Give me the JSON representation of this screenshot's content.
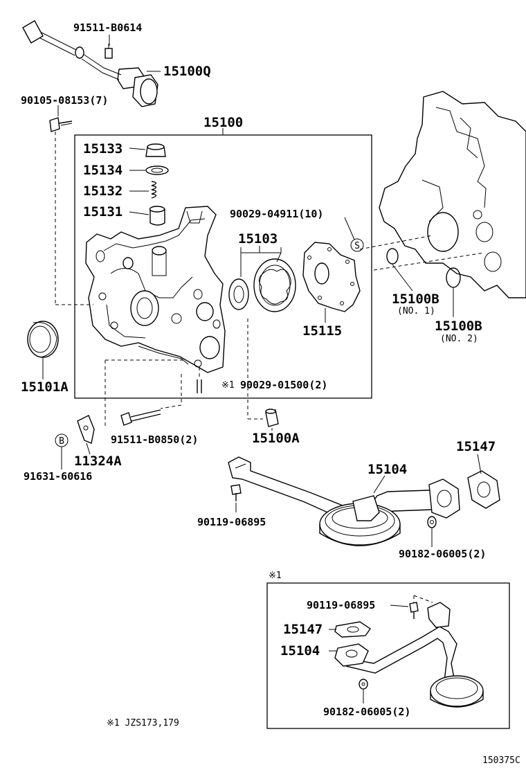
{
  "labels": {
    "sensor_bolt": "91511-B0614",
    "oil_pressure_sensor": "15100Q",
    "pump_bolt": "90105-08153(7)",
    "pump_assy": "15100",
    "plug": "15133",
    "gasket": "15134",
    "spring": "15132",
    "valve": "15131",
    "screw": "90029-04911(10)",
    "rotor_set": "15103",
    "cover": "15115",
    "oring1_no": "15100B",
    "oring1_sub": "(NO. 1)",
    "oring2_no": "15100B",
    "oring2_sub": "(NO. 2)",
    "oil_seal": "15101A",
    "pin": "90029-01500(2)",
    "pin_marker": "※1",
    "bolt_b": "91511-B0850(2)",
    "plug_a": "15100A",
    "bracket": "11324A",
    "bolt_bracket": "91631-60616",
    "strainer": "15104",
    "strainer_gasket": "15147",
    "strainer_bolt": "90119-06895",
    "strainer_nut": "90182-06005(2)",
    "sub_marker": "※1",
    "sub_bolt": "90119-06895",
    "sub_gasket": "15147",
    "sub_strainer": "15104",
    "sub_nut": "90182-06005(2)",
    "footnote": "※1 JZS173,179",
    "diagram_code": "150375C",
    "callout_s": "S",
    "callout_b": "B"
  }
}
